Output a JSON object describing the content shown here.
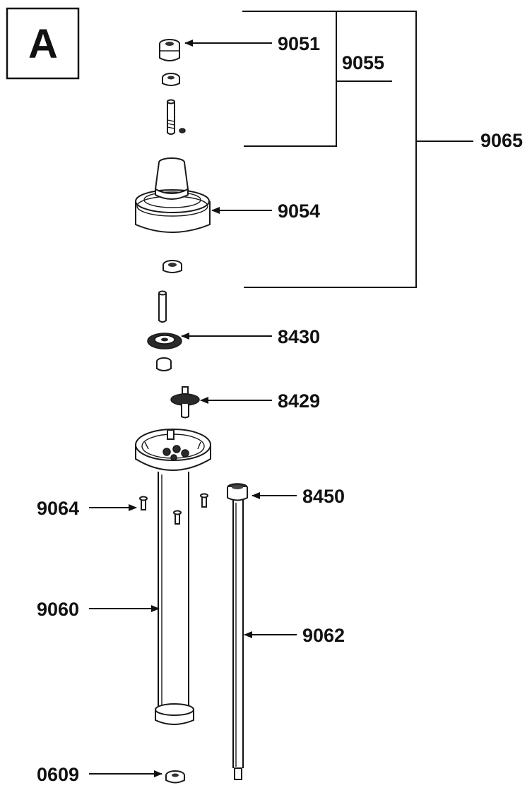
{
  "section_tag": "A",
  "parts": {
    "p9051": "9051",
    "p9055": "9055",
    "p9065": "9065",
    "p9054": "9054",
    "p8430": "8430",
    "p8429": "8429",
    "p8450": "8450",
    "p9064": "9064",
    "p9060": "9060",
    "p9062": "9062",
    "p0609": "0609"
  }
}
